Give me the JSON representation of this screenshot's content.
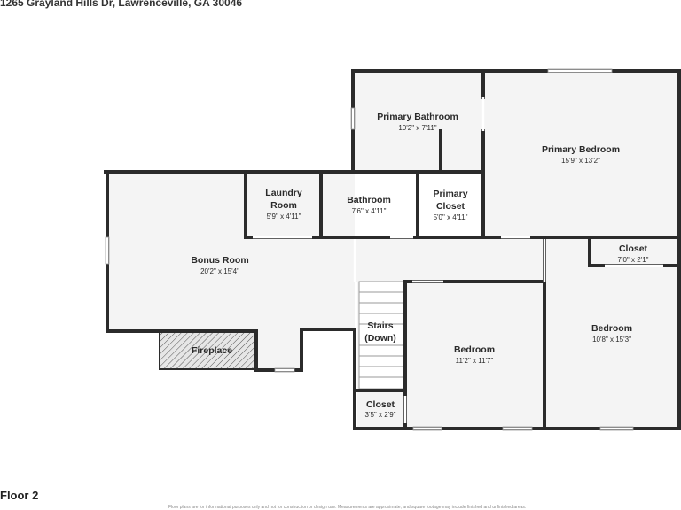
{
  "header": {
    "address": "1265 Grayland Hills Dr, Lawrenceville, GA 30046"
  },
  "footer": {
    "floor_label": "Floor 2",
    "disclaimer": "Floor plans are for informational purposes only and not for construction or design use. Measurements are approximate, and square footage may include finished and unfinished areas."
  },
  "rooms": {
    "primary_bathroom": {
      "name": "Primary Bathroom",
      "dims": "10'2\" x 7'11\""
    },
    "primary_bedroom": {
      "name": "Primary Bedroom",
      "dims": "15'9\" x 13'2\""
    },
    "laundry_room": {
      "name_line1": "Laundry",
      "name_line2": "Room",
      "dims": "5'9\" x 4'11\""
    },
    "bathroom": {
      "name": "Bathroom",
      "dims": "7'6\" x 4'11\""
    },
    "primary_closet": {
      "name_line1": "Primary",
      "name_line2": "Closet",
      "dims": "5'0\" x 4'11\""
    },
    "bonus_room": {
      "name": "Bonus Room",
      "dims": "20'2\" x 15'4\""
    },
    "closet_right": {
      "name": "Closet",
      "dims": "7'0\" x 2'1\""
    },
    "bedroom_right": {
      "name": "Bedroom",
      "dims": "10'8\" x 15'3\""
    },
    "stairs": {
      "name_line1": "Stairs",
      "name_line2": "(Down)"
    },
    "bedroom_center": {
      "name": "Bedroom",
      "dims": "11'2\" x 11'7\""
    },
    "closet_small": {
      "name": "Closet",
      "dims": "3'5\" x 2'9\""
    },
    "fireplace": {
      "name": "Fireplace"
    }
  },
  "colors": {
    "wall": "#2b2b2b",
    "floor": "#f4f4f4",
    "window": "#ffffff"
  }
}
